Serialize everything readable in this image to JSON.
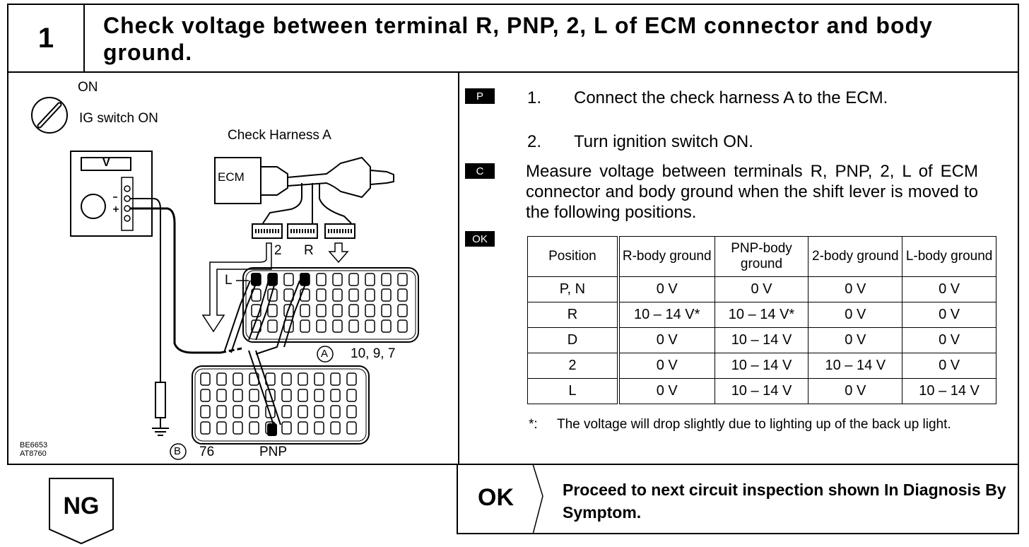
{
  "step": {
    "number": "1",
    "title": "Check voltage between terminal R, PNP, 2, L of ECM connector and body ground."
  },
  "figure": {
    "ig_on_label": "ON",
    "ig_switch_label": "IG switch ON",
    "harness_label": "Check Harness A",
    "ecm_label": "ECM",
    "meter_label": "V",
    "pin_2": "2",
    "pin_r": "R",
    "pin_l": "L",
    "connector_a": "A",
    "connector_a_pins": "10, 9, 7",
    "connector_b": "B",
    "connector_b_pin": "76",
    "pnp_label": "PNP",
    "code_1": "BE6653",
    "code_2": "AT8760"
  },
  "instructions": {
    "prep_badge": "P",
    "check_badge": "C",
    "ok_badge": "OK",
    "step1_num": "1.",
    "step1_text": "Connect the check harness A to the ECM.",
    "step2_num": "2.",
    "step2_text": "Turn ignition switch ON.",
    "measure": "Measure voltage between terminals R, PNP, 2, L of ECM connector and body ground when the shift lever is moved to the following positions."
  },
  "table": {
    "headers": [
      "Position",
      "R-body ground",
      "PNP-body ground",
      "2-body ground",
      "L-body ground"
    ],
    "rows": [
      [
        "P, N",
        "0 V",
        "0 V",
        "0 V",
        "0 V"
      ],
      [
        "R",
        "10 – 14 V*",
        "10 – 14 V*",
        "0 V",
        "0 V"
      ],
      [
        "D",
        "0 V",
        "10 – 14 V",
        "0 V",
        "0 V"
      ],
      [
        "2",
        "0 V",
        "10 – 14 V",
        "10 – 14 V",
        "0 V"
      ],
      [
        "L",
        "0 V",
        "10 – 14 V",
        "0 V",
        "10 – 14 V"
      ]
    ]
  },
  "note": {
    "marker": "*:",
    "text": "The voltage will drop slightly due to lighting up of the back up light."
  },
  "result": {
    "ng_label": "NG",
    "ok_label": "OK",
    "ok_text": "Proceed to next circuit inspection shown In Diagnosis By Symptom."
  }
}
